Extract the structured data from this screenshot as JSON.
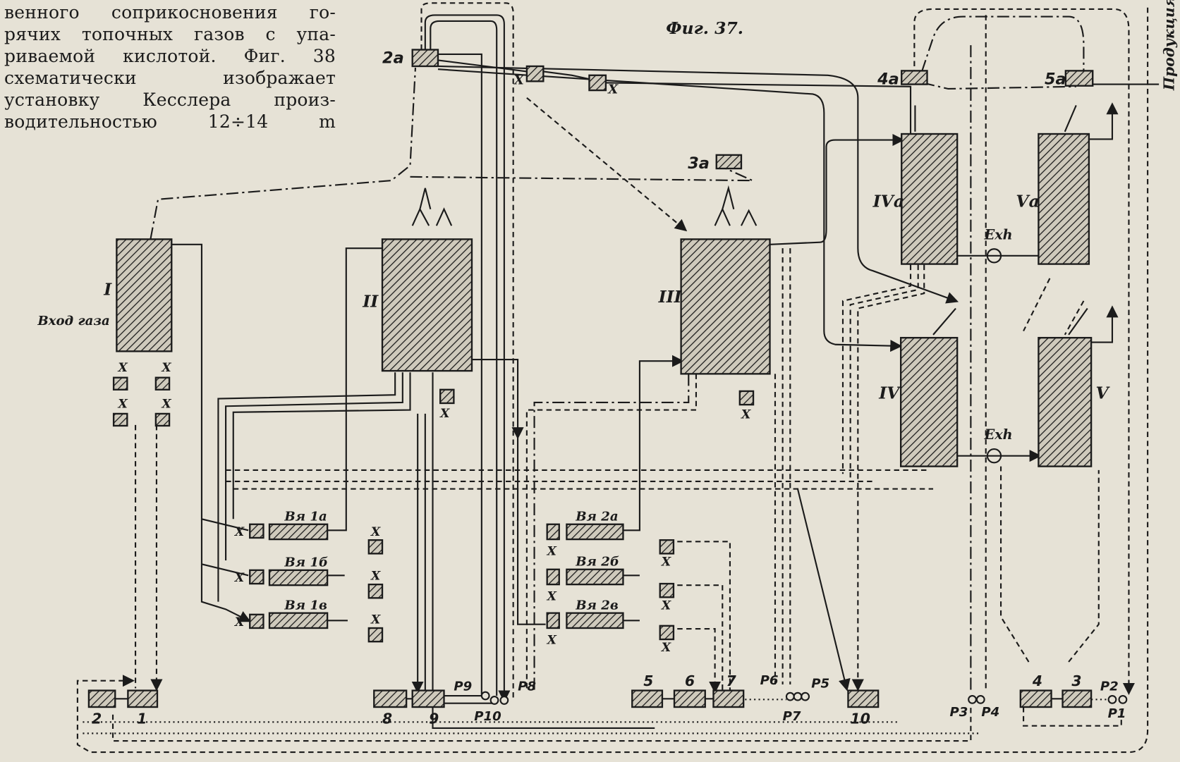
{
  "paragraph": [
    "венного соприкосновения го-",
    "рячих топочных газов с упа-",
    "риваемой кислотой. Фиг. 38",
    "схематически     изображает",
    "установку Кесслера произ-",
    "водительностью   12÷14   m"
  ],
  "figure": {
    "title": "Фиг. 37.",
    "product_label": "Продукция",
    "gas_inlet_label": "Вход газа",
    "towers": {
      "I": "I",
      "II": "II",
      "III": "III",
      "IVa": "IVа",
      "Va": "Vа",
      "IV": "IV",
      "V": "V"
    },
    "distributors": {
      "d2a": "2а",
      "d3a": "3а",
      "d4a": "4а",
      "d5a": "5а"
    },
    "coolers": {
      "v1a": "Вя 1а",
      "v1b": "Вя 1б",
      "v1c": "Вя 1в",
      "v2a": "Вя 2а",
      "v2b": "Вя 2б",
      "v2c": "Вя 2в"
    },
    "valve_label": "X",
    "exhauster_label": "Exh",
    "tanks": {
      "t1": "1",
      "t2": "2",
      "t3": "3",
      "t4": "4",
      "t5": "5",
      "t6": "6",
      "t7": "7",
      "t8": "8",
      "t9": "9",
      "t10": "10"
    },
    "pumps": {
      "p1": "P1",
      "p2": "P2",
      "p3": "P3",
      "p4": "P4",
      "p5": "P5",
      "p6": "P6",
      "p7": "P7",
      "p8": "P8",
      "p9": "P9",
      "p10": "P10"
    }
  }
}
